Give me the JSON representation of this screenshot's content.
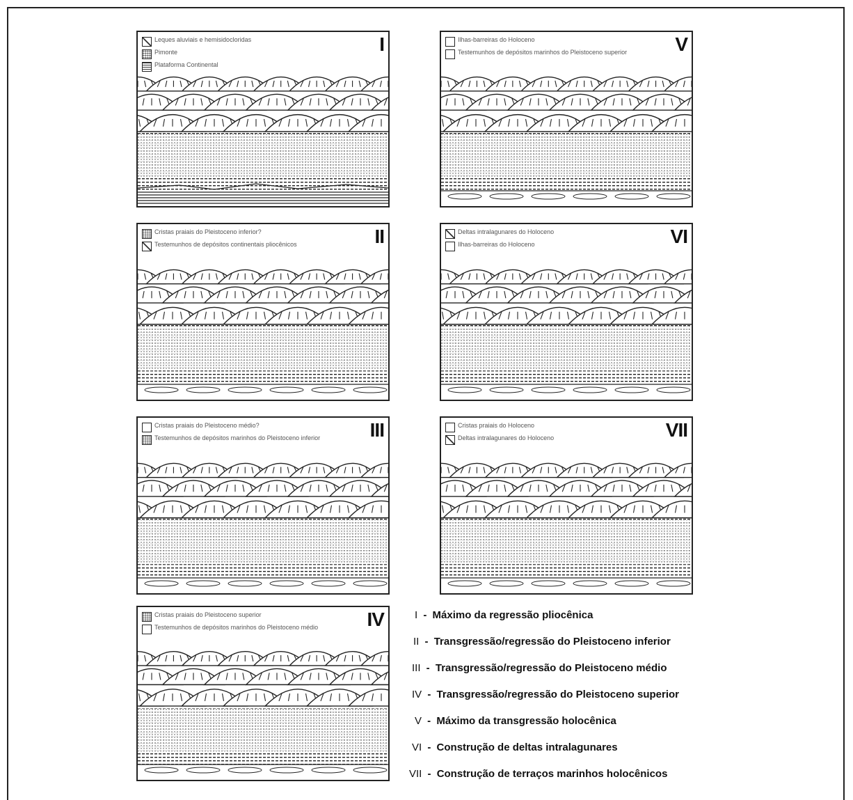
{
  "panels": [
    {
      "numeral": "I",
      "legend": [
        {
          "text": "Leques aluviais e hemisidocloridas",
          "pattern": "mark"
        },
        {
          "text": "Pimonte",
          "pattern": "dots"
        },
        {
          "text": "Plataforma Continental",
          "pattern": "dash"
        }
      ]
    },
    {
      "numeral": "V",
      "legend": [
        {
          "text": "Ilhas-barreiras do Holoceno",
          "pattern": "plain"
        },
        {
          "text": "Testemunhos de depósitos marinhos do Pleistoceno superior",
          "pattern": "plain"
        }
      ]
    },
    {
      "numeral": "II",
      "legend": [
        {
          "text": "Cristas praiais do Pleistoceno inferior?",
          "pattern": "dots"
        },
        {
          "text": "Testemunhos de depósitos continentais pliocênicos",
          "pattern": "mark"
        }
      ]
    },
    {
      "numeral": "VI",
      "legend": [
        {
          "text": "Deltas intralagunares do Holoceno",
          "pattern": "mark"
        },
        {
          "text": "Ilhas-barreiras do Holoceno",
          "pattern": "plain"
        }
      ]
    },
    {
      "numeral": "III",
      "legend": [
        {
          "text": "Cristas praiais do Pleistoceno médio?",
          "pattern": "plain"
        },
        {
          "text": "Testemunhos de depósitos marinhos do Pleistoceno inferior",
          "pattern": "dots"
        }
      ]
    },
    {
      "numeral": "VII",
      "legend": [
        {
          "text": "Cristas praiais do Holoceno",
          "pattern": "plain"
        },
        {
          "text": "Deltas intralagunares do Holoceno",
          "pattern": "mark"
        }
      ]
    },
    {
      "numeral": "IV",
      "legend": [
        {
          "text": "Cristas praiais do Pleistoceno superior",
          "pattern": "dots"
        },
        {
          "text": "Testemunhos de depósitos marinhos do Pleistoceno médio",
          "pattern": "plain"
        }
      ]
    }
  ],
  "captions": [
    {
      "num": "I",
      "text": "Máximo da regressão pliocênica"
    },
    {
      "num": "II",
      "text": "Transgressão/regressão do Pleistoceno inferior"
    },
    {
      "num": "III",
      "text": "Transgressão/regressão do Pleistoceno médio"
    },
    {
      "num": "IV",
      "text": "Transgressão/regressão do Pleistoceno superior"
    },
    {
      "num": "V",
      "text": "Máximo da transgressão holocênica"
    },
    {
      "num": "VI",
      "text": "Construção de deltas intralagunares"
    },
    {
      "num": "VII",
      "text": "Construção de terraços marinhos holocênicos"
    }
  ],
  "caption_separator": "-"
}
